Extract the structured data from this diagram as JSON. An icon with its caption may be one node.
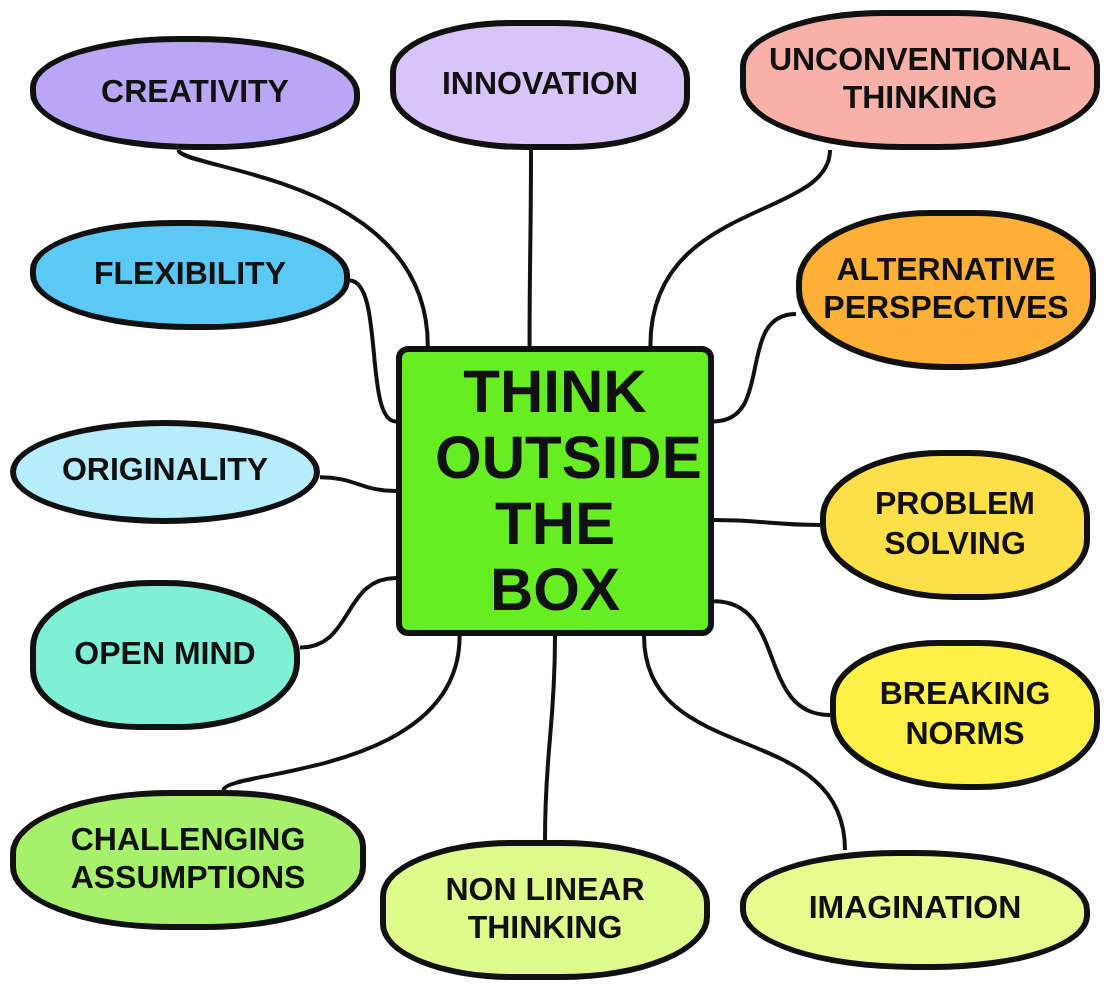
{
  "diagram": {
    "nodes": [
      {
        "text": [
          "THINK OUTSIDE THE BOX"
        ]
      },
      {
        "text": [
          "CREATIVITY"
        ]
      },
      {
        "text": [
          "INNOVATION"
        ]
      },
      {
        "text": [
          "UNCONVENTIONAL THINKING"
        ]
      },
      {
        "text": [
          "FLEXIBILITY"
        ]
      },
      {
        "text": [
          "ALTERNATIVE PERSPECTIVES"
        ]
      },
      {
        "text": [
          "ORIGINALITY"
        ]
      },
      {
        "text": [
          "PROBLEM SOLVING"
        ]
      },
      {
        "text": [
          "OPEN MIND"
        ]
      },
      {
        "text": [
          "BREAKING NORMS"
        ]
      },
      {
        "text": [
          "CHALLENGING ASSUMPTIONS"
        ]
      },
      {
        "text": [
          "NON LINEAR THINKING"
        ]
      },
      {
        "text": [
          "IMAGINATION"
        ]
      }
    ],
    "edges": [
      {
        "from": 0,
        "to": 1,
        "arrow": "none"
      },
      {
        "from": 0,
        "to": 2,
        "arrow": "none"
      },
      {
        "from": 0,
        "to": 3,
        "arrow": "none"
      },
      {
        "from": 0,
        "to": 4,
        "arrow": "none"
      },
      {
        "from": 0,
        "to": 5,
        "arrow": "none"
      },
      {
        "from": 0,
        "to": 6,
        "arrow": "none"
      },
      {
        "from": 0,
        "to": 7,
        "arrow": "none"
      },
      {
        "from": 0,
        "to": 8,
        "arrow": "none"
      },
      {
        "from": 0,
        "to": 9,
        "arrow": "none"
      },
      {
        "from": 0,
        "to": 10,
        "arrow": "none"
      },
      {
        "from": 0,
        "to": 11,
        "arrow": "none"
      },
      {
        "from": 0,
        "to": 12,
        "arrow": "none"
      }
    ]
  }
}
